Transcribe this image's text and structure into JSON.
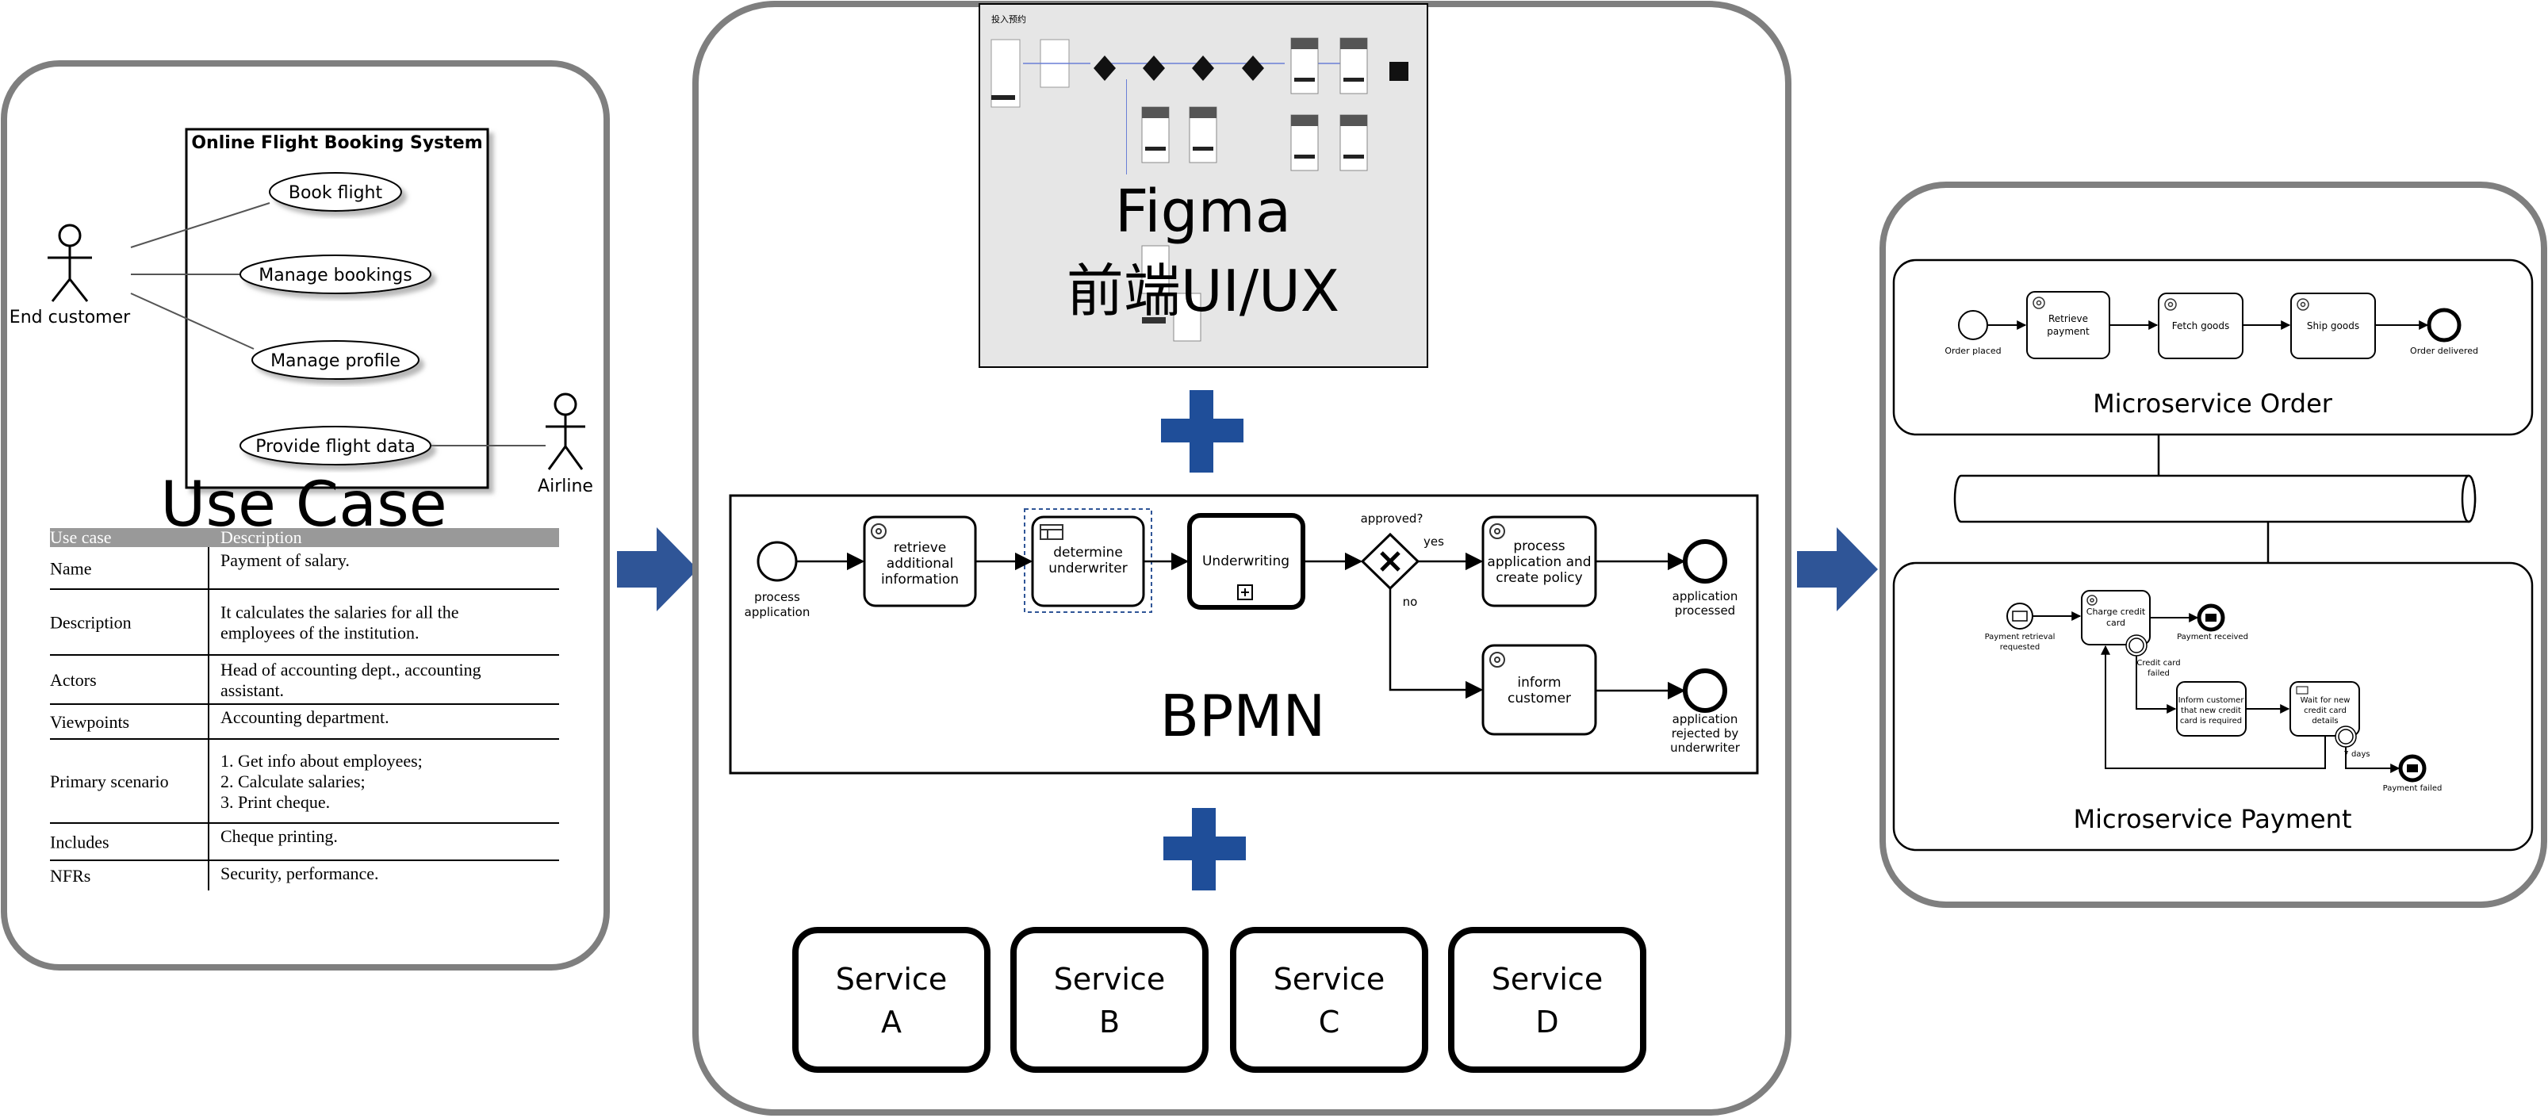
{
  "colors": {
    "panel_border": "#7f7f7f",
    "arrow_blue": "#2f5597",
    "plus_blue": "#1f4e99",
    "figma_bg": "#e6e6e6",
    "table_header_bg": "#999999"
  },
  "use_case": {
    "system_title": "Online Flight Booking System",
    "actor_customer": "End customer",
    "actor_airline": "Airline",
    "cases": [
      "Book flight",
      "Manage bookings",
      "Manage profile",
      "Provide flight data"
    ],
    "caption": "Use Case",
    "table": {
      "header": [
        "Use case",
        "Description"
      ],
      "rows": [
        {
          "label": "Name",
          "lines": [
            "Payment of salary."
          ]
        },
        {
          "label": "Description",
          "lines": [
            "It calculates the salaries for all the",
            "employees of the institution."
          ]
        },
        {
          "label": "Actors",
          "lines": [
            "Head of accounting dept., accounting",
            "assistant."
          ]
        },
        {
          "label": "Viewpoints",
          "lines": [
            "Accounting department."
          ]
        },
        {
          "label": "Primary scenario",
          "lines": [
            "1. Get info about employees;",
            "2. Calculate salaries;",
            "3. Print cheque."
          ]
        },
        {
          "label": "Includes",
          "lines": [
            "Cheque printing."
          ]
        },
        {
          "label": "NFRs",
          "lines": [
            "Security, performance."
          ]
        }
      ]
    }
  },
  "figma": {
    "title": "Figma",
    "subtitle": "前端UI/UX",
    "frame_label": "投入预约"
  },
  "bpmn": {
    "title": "BPMN",
    "start_label": [
      "process",
      "application"
    ],
    "task1": [
      "retrieve",
      "additional",
      "information"
    ],
    "task2": [
      "determine",
      "underwriter"
    ],
    "task3": "Underwriting",
    "gateway_label": "approved?",
    "yes_label": "yes",
    "no_label": "no",
    "task4": [
      "process",
      "application and",
      "create policy"
    ],
    "task5": [
      "inform",
      "customer"
    ],
    "end1": [
      "application",
      "processed"
    ],
    "end2": [
      "application",
      "rejected by",
      "underwriter"
    ]
  },
  "services": [
    {
      "line1": "Service",
      "line2": "A"
    },
    {
      "line1": "Service",
      "line2": "B"
    },
    {
      "line1": "Service",
      "line2": "C"
    },
    {
      "line1": "Service",
      "line2": "D"
    }
  ],
  "microservices": {
    "order": {
      "title": "Microservice Order",
      "start": "Order placed",
      "task1": [
        "Retrieve",
        "payment"
      ],
      "task2": "Fetch goods",
      "task3": "Ship goods",
      "end": "Order delivered"
    },
    "payment": {
      "title": "Microservice Payment",
      "start": [
        "Payment retrieval",
        "requested"
      ],
      "charge": [
        "Charge credit",
        "card"
      ],
      "received": "Payment received",
      "failed_label": [
        "Credit card",
        "failed"
      ],
      "inform": [
        "Inform customer",
        "that new credit",
        "card is required"
      ],
      "wait": [
        "Wait for new",
        "credit card",
        "details"
      ],
      "days": "7 days",
      "payment_failed": "Payment failed"
    }
  }
}
